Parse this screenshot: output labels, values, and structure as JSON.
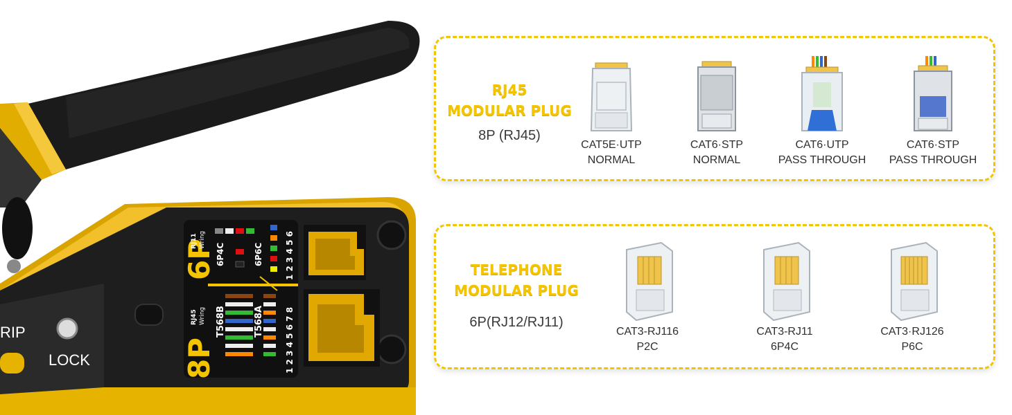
{
  "tool": {
    "lock_label": "LOCK",
    "strip_label": "RIP",
    "wiring_8p": {
      "big": "8P",
      "small_line1": "RJ45",
      "small_line2": "Wring",
      "std1": "T568B",
      "std2": "T568A",
      "pins": "1 2 3 4 5 6 7 8"
    },
    "wiring_6p": {
      "big": "6P",
      "small_line1": "RJ11",
      "small_line2": "Wring",
      "std1": "6P4C",
      "std2": "6P6C",
      "pins": "1 2 3 4 5 6"
    }
  },
  "rj45_panel": {
    "title_line1": "RJ45",
    "title_line2": "MODULAR PLUG",
    "subtitle": "8P (RJ45)",
    "plugs": [
      {
        "line1": "CAT5E·UTP",
        "line2": "NORMAL"
      },
      {
        "line1": "CAT6·STP",
        "line2": "NORMAL"
      },
      {
        "line1": "CAT6·UTP",
        "line2": "PASS THROUGH"
      },
      {
        "line1": "CAT6·STP",
        "line2": "PASS THROUGH"
      }
    ]
  },
  "telephone_panel": {
    "title_line1": "TELEPHONE",
    "title_line2": "MODULAR PLUG",
    "subtitle": "6P(RJ12/RJ11)",
    "plugs": [
      {
        "line1": "CAT3-RJ116",
        "line2": "P2C"
      },
      {
        "line1": "CAT3-RJ11",
        "line2": "6P4C"
      },
      {
        "line1": "CAT3·RJ126",
        "line2": "P6C"
      }
    ]
  },
  "colors": {
    "accent_yellow": "#f5c400",
    "tool_black": "#1e1e1e",
    "tool_yellow": "#e7b300"
  }
}
